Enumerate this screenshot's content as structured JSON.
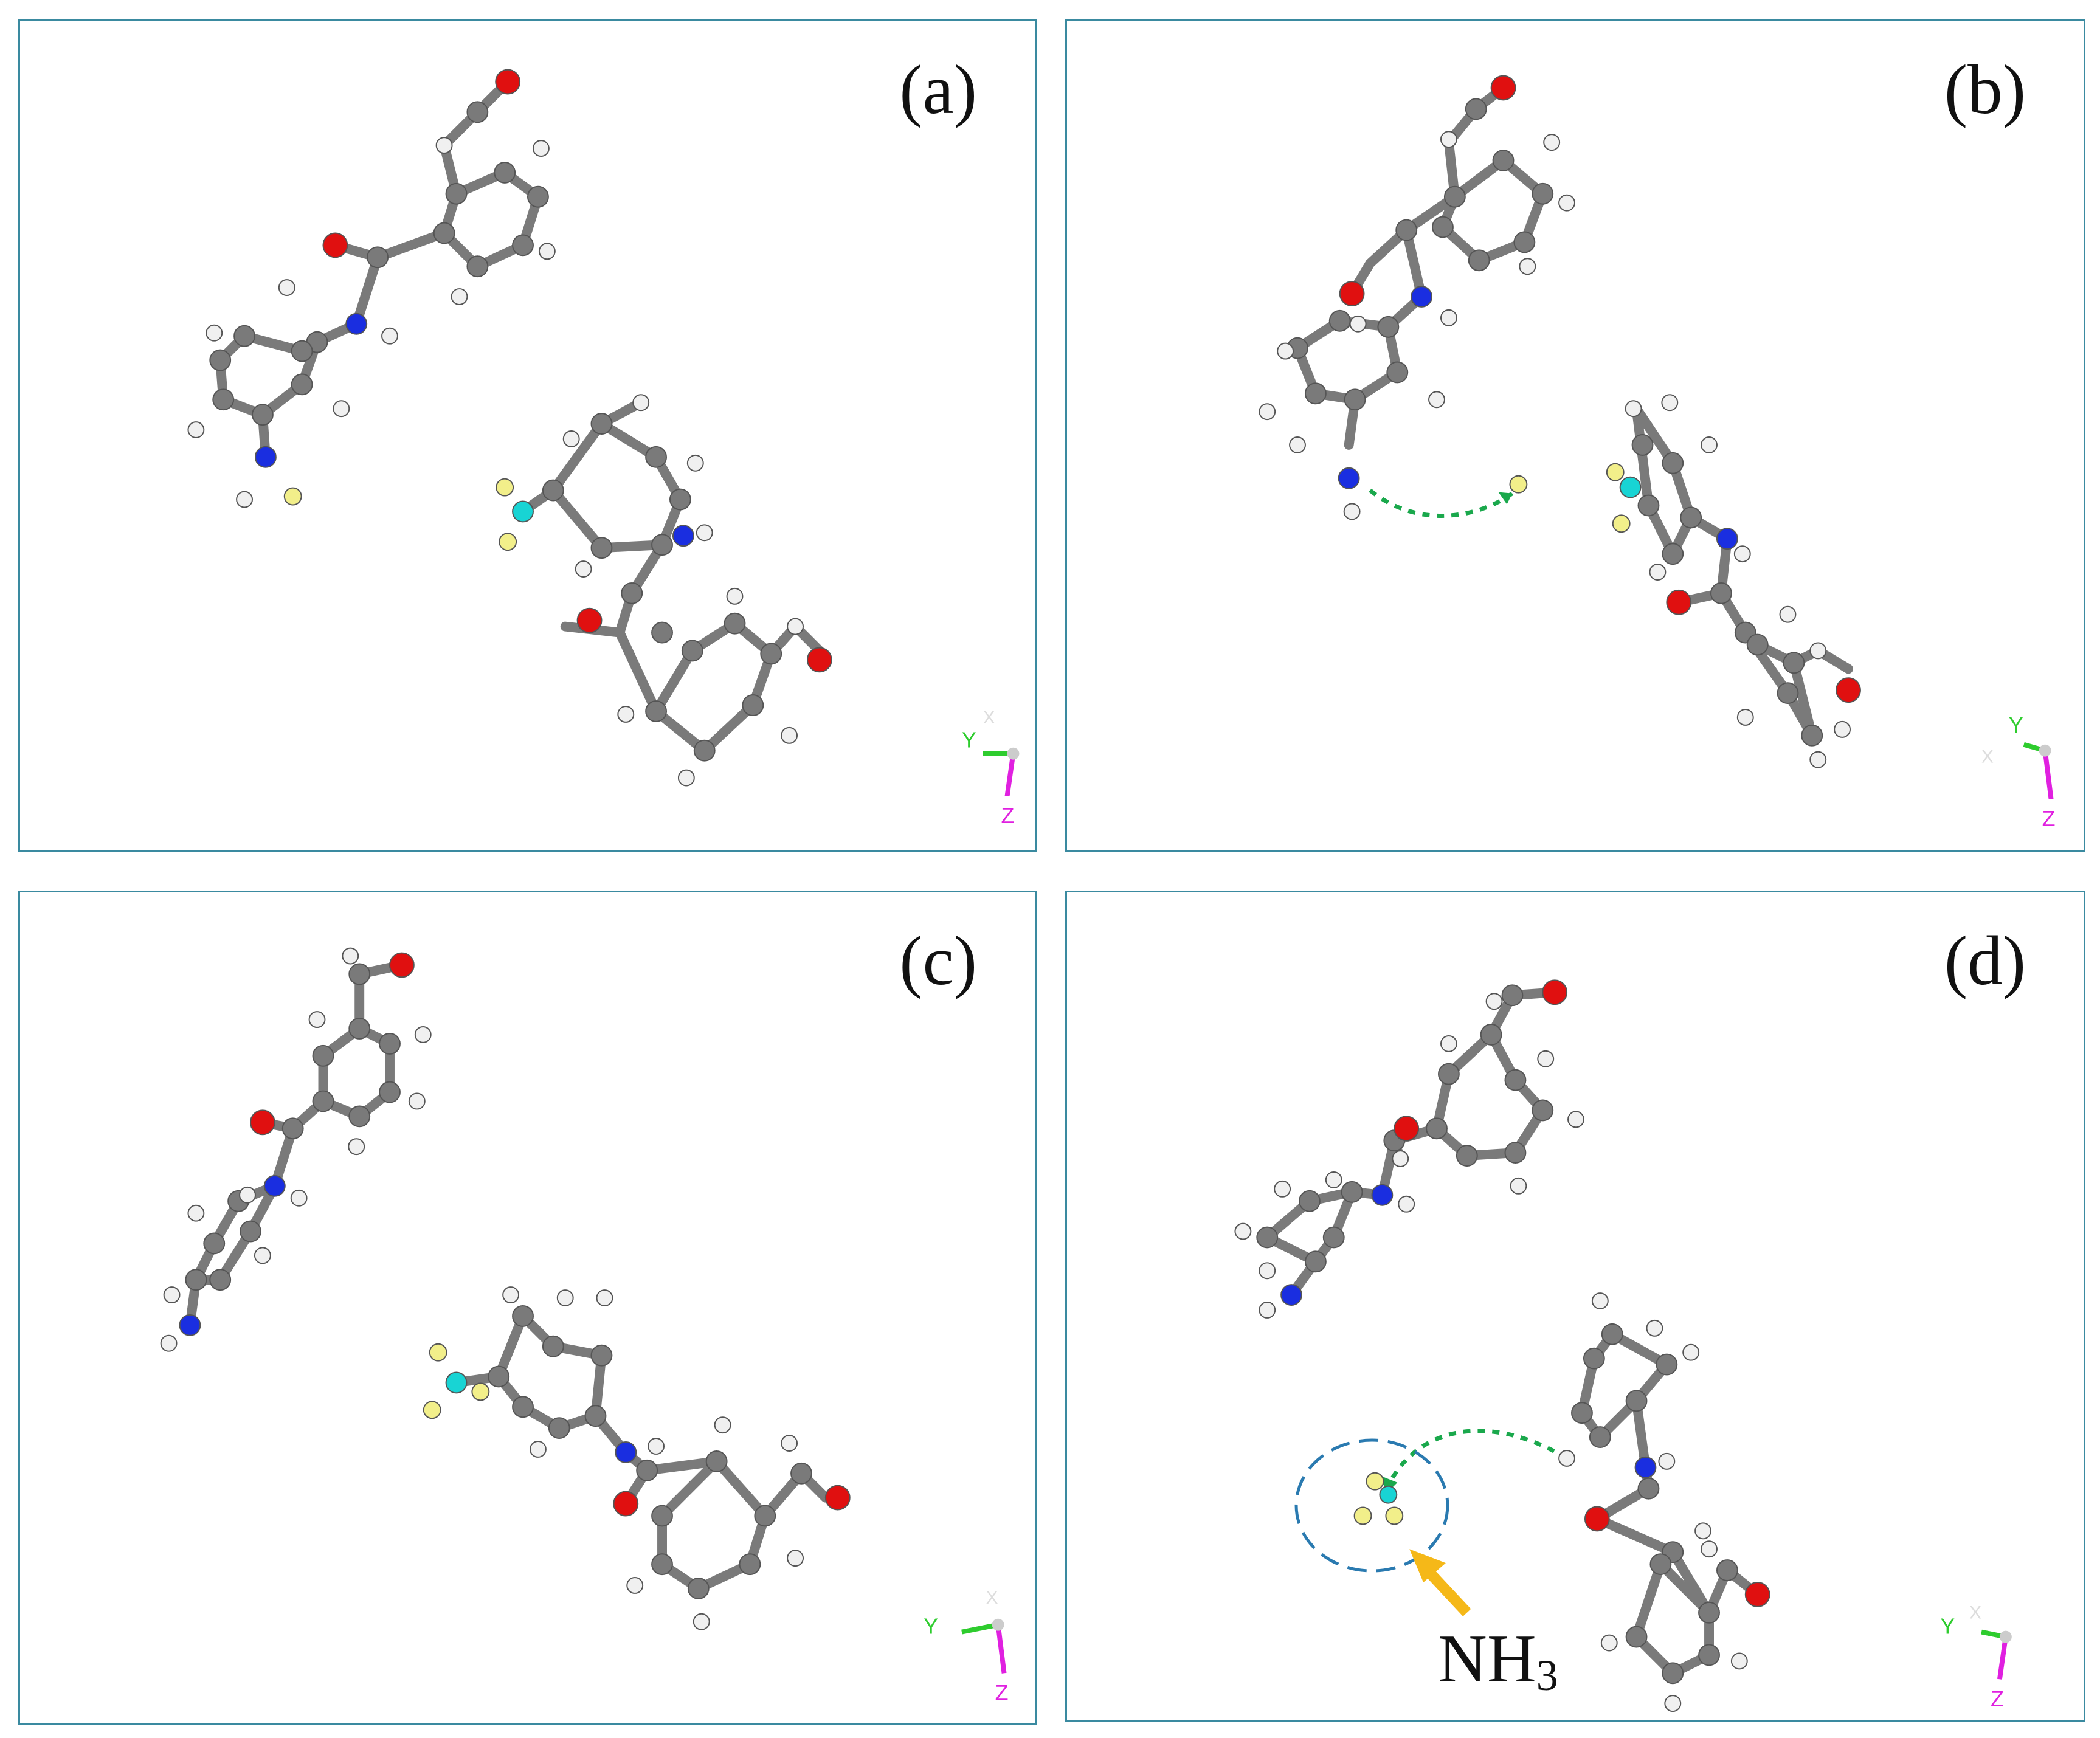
{
  "panels": [
    {
      "id": "a",
      "label": "(a)"
    },
    {
      "id": "b",
      "label": "(b)"
    },
    {
      "id": "c",
      "label": "(c)"
    },
    {
      "id": "d",
      "label": "(d)",
      "annotation": {
        "text": "NH",
        "subscript": "3"
      }
    }
  ],
  "axes": {
    "x": "X",
    "y": "Y",
    "z": "Z"
  },
  "colors": {
    "carbon": "#7a7a7a",
    "hydrogen": "#f0f0f0",
    "oxygen": "#e01010",
    "nitrogen": "#1a2ee0",
    "fluorine": "#f2ef8a",
    "cf3_carbon": "#18d4d4",
    "border": "#3a8aa0",
    "path_arrow": "#1aa84c",
    "highlight_circle": "#2a7ab0",
    "pointer_arrow": "#f5b818",
    "axis_y": "#2ecc2e",
    "axis_z": "#e020e0"
  }
}
